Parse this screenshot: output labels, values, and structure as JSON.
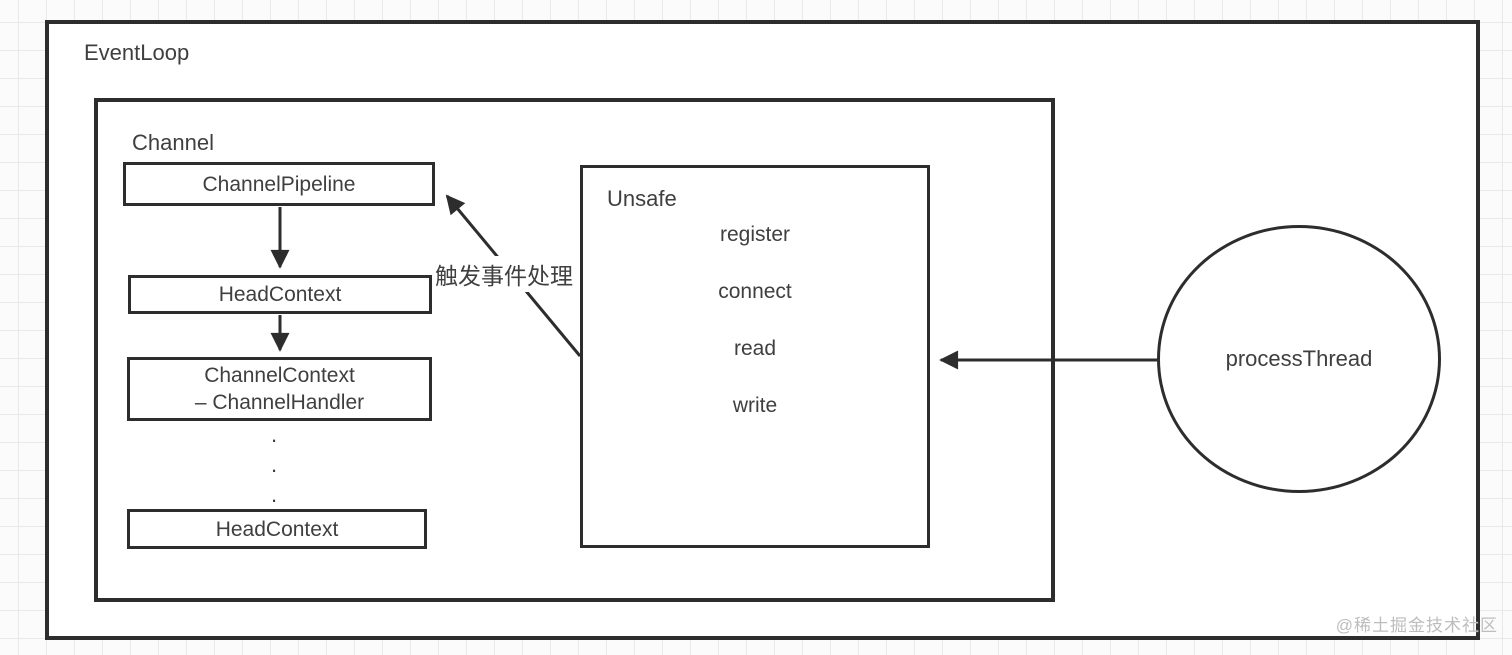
{
  "eventloop": {
    "label": "EventLoop"
  },
  "channel": {
    "label": "Channel",
    "pipeline_label": "ChannelPipeline",
    "head_context_top": "HeadContext",
    "channel_context_line1": "ChannelContext",
    "channel_context_line2": "– ChannelHandler",
    "dot": ".",
    "head_context_bottom": "HeadContext"
  },
  "unsafe": {
    "label": "Unsafe",
    "methods": [
      "register",
      "connect",
      "read",
      "write"
    ]
  },
  "edge_label": "触发事件处理",
  "thread": {
    "label": "processThread"
  },
  "watermark": "@稀土掘金技术社区",
  "colors": {
    "line": "#2d2d2d",
    "text": "#3f3f3f",
    "grid": "#e9e9e9",
    "watermark": "#bdbdbd",
    "background": "#fbfbfb"
  }
}
